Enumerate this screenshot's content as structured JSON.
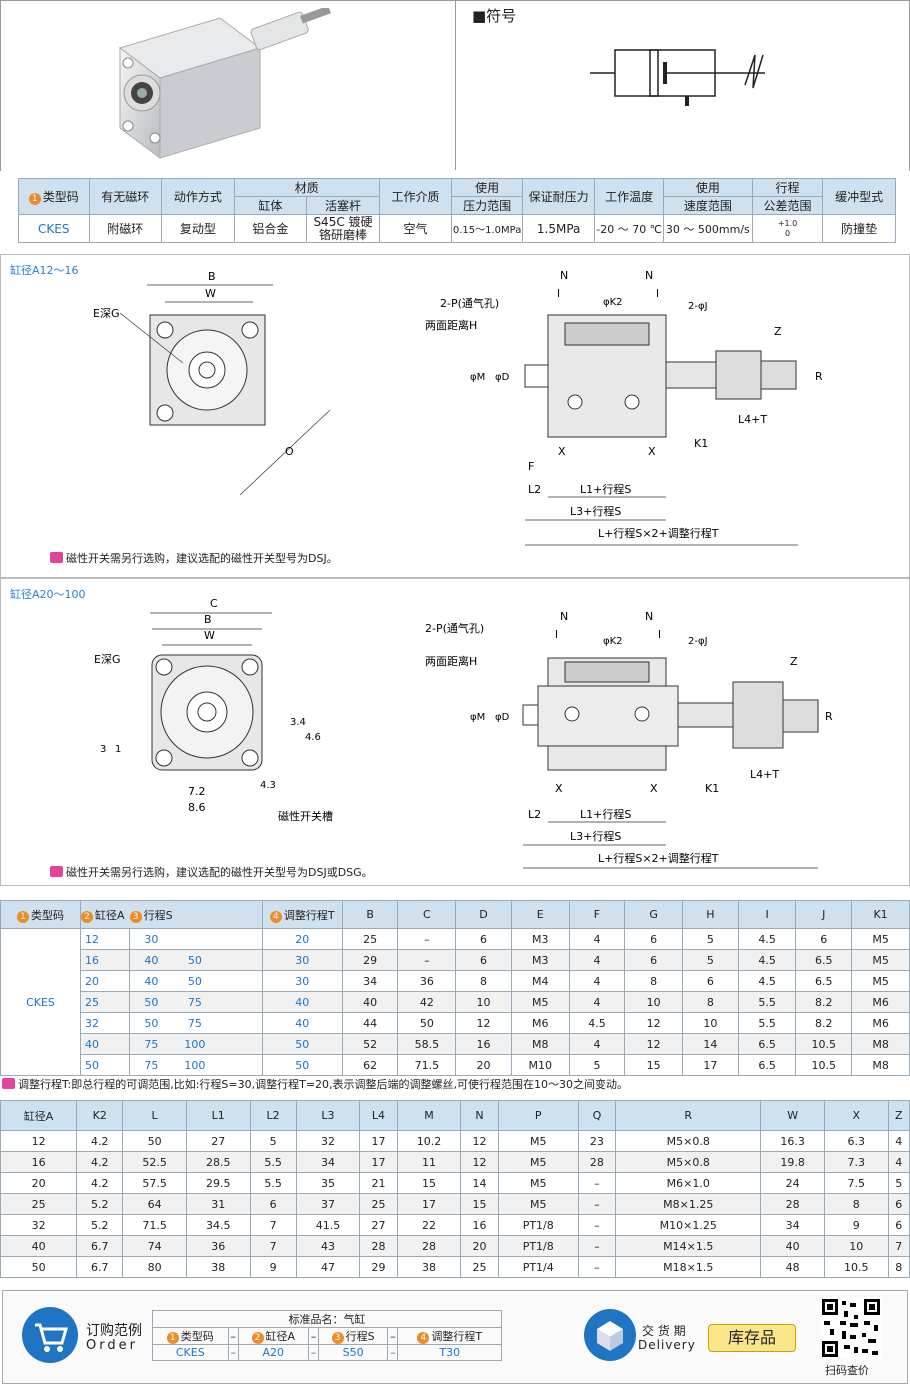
{
  "symbol_title": "■符号",
  "spec": {
    "headers": [
      "类型码",
      "有无磁环",
      "动作方式",
      "材质",
      "缸体",
      "活塞杆",
      "工作介质",
      "使用",
      "压力范围",
      "保证耐压力",
      "工作温度",
      "使用",
      "速度范围",
      "行程",
      "公差范围",
      "缓冲型式"
    ],
    "badge1": "1",
    "row": [
      "CKES",
      "附磁环",
      "复动型",
      "铝合金",
      "S45C 镀硬",
      "铬研磨棒",
      "空气",
      "0.15～1.0MPa",
      "1.5MPa",
      "-20 ～ 70 ℃",
      "30 ～ 500mm/s",
      "+1.0",
      "0",
      "防撞垫"
    ]
  },
  "drawing1": {
    "section_label": "缸径A12～16",
    "labels": [
      "B",
      "W",
      "E深G",
      "O",
      "N",
      "N",
      "l",
      "l",
      "φK2",
      "2-φJ",
      "2-P(通气孔)",
      "两面距离H",
      "φM",
      "φD",
      "Z",
      "R",
      "L4+T",
      "X",
      "X",
      "K1",
      "F",
      "L2",
      "L1+行程S",
      "L3+行程S",
      "L+行程S×2+调整行程T"
    ],
    "note": "磁性开关需另行选购，建议选配的磁性开关型号为DSJ。"
  },
  "drawing2": {
    "section_label": "缸径A20～100",
    "labels": [
      "C",
      "B",
      "W",
      "E深G",
      "3",
      "1",
      "7.2",
      "8.6",
      "3.4",
      "4.6",
      "4.3",
      "磁性开关槽",
      "2-P(通气孔)",
      "两面距离H",
      "N",
      "N",
      "l",
      "l",
      "φK2",
      "2-φJ",
      "φM",
      "φD",
      "Z",
      "R",
      "L4+T",
      "X",
      "X",
      "K1",
      "L2",
      "L1+行程S",
      "L3+行程S",
      "L+行程S×2+调整行程T"
    ],
    "note": "磁性开关需另行选购，建议选配的磁性开关型号为DSJ或DSG。"
  },
  "table1": {
    "headers": [
      "类型码",
      "缸径A",
      "行程S",
      "调整行程T",
      "B",
      "C",
      "D",
      "E",
      "F",
      "G",
      "H",
      "I",
      "J",
      "K1"
    ],
    "type_code": "CKES",
    "rows": [
      {
        "a": "12",
        "s1": "30",
        "s2": "",
        "s3": "",
        "t": "20",
        "v": [
          "25",
          "–",
          "6",
          "M3",
          "4",
          "6",
          "5",
          "4.5",
          "6",
          "M5"
        ]
      },
      {
        "a": "16",
        "s1": "40",
        "s2": "50",
        "s3": "",
        "t": "30",
        "v": [
          "29",
          "–",
          "6",
          "M3",
          "4",
          "6",
          "5",
          "4.5",
          "6.5",
          "M5"
        ]
      },
      {
        "a": "20",
        "s1": "40",
        "s2": "50",
        "s3": "",
        "t": "30",
        "v": [
          "34",
          "36",
          "8",
          "M4",
          "4",
          "8",
          "6",
          "4.5",
          "6.5",
          "M5"
        ]
      },
      {
        "a": "25",
        "s1": "50",
        "s2": "75",
        "s3": "",
        "t": "40",
        "v": [
          "40",
          "42",
          "10",
          "M5",
          "4",
          "10",
          "8",
          "5.5",
          "8.2",
          "M6"
        ]
      },
      {
        "a": "32",
        "s1": "50",
        "s2": "75",
        "s3": "",
        "t": "40",
        "v": [
          "44",
          "50",
          "12",
          "M6",
          "4.5",
          "12",
          "10",
          "5.5",
          "8.2",
          "M6"
        ]
      },
      {
        "a": "40",
        "s1": "75",
        "s2": "100",
        "s3": "",
        "t": "50",
        "v": [
          "52",
          "58.5",
          "16",
          "M8",
          "4",
          "12",
          "14",
          "6.5",
          "10.5",
          "M8"
        ]
      },
      {
        "a": "50",
        "s1": "75",
        "s2": "100",
        "s3": "",
        "t": "50",
        "v": [
          "62",
          "71.5",
          "20",
          "M10",
          "5",
          "15",
          "17",
          "6.5",
          "10.5",
          "M8"
        ]
      }
    ],
    "note": "调整行程T:即总行程的可调范围,比如:行程S=30,调整行程T=20,表示调整后端的调整螺丝,可使行程范围在10～30之间变动。"
  },
  "table2": {
    "headers": [
      "缸径A",
      "K2",
      "L",
      "L1",
      "L2",
      "L3",
      "L4",
      "M",
      "N",
      "P",
      "Q",
      "R",
      "W",
      "X",
      "Z"
    ],
    "rows": [
      [
        "12",
        "4.2",
        "50",
        "27",
        "5",
        "32",
        "17",
        "10.2",
        "12",
        "M5",
        "23",
        "M5×0.8",
        "16.3",
        "6.3",
        "4"
      ],
      [
        "16",
        "4.2",
        "52.5",
        "28.5",
        "5.5",
        "34",
        "17",
        "11",
        "12",
        "M5",
        "28",
        "M5×0.8",
        "19.8",
        "7.3",
        "4"
      ],
      [
        "20",
        "4.2",
        "57.5",
        "29.5",
        "5.5",
        "35",
        "21",
        "15",
        "14",
        "M5",
        "–",
        "M6×1.0",
        "24",
        "7.5",
        "5"
      ],
      [
        "25",
        "5.2",
        "64",
        "31",
        "6",
        "37",
        "25",
        "17",
        "15",
        "M5",
        "–",
        "M8×1.25",
        "28",
        "8",
        "6"
      ],
      [
        "32",
        "5.2",
        "71.5",
        "34.5",
        "7",
        "41.5",
        "27",
        "22",
        "16",
        "PT1/8",
        "–",
        "M10×1.25",
        "34",
        "9",
        "6"
      ],
      [
        "40",
        "6.7",
        "74",
        "36",
        "7",
        "43",
        "28",
        "28",
        "20",
        "PT1/8",
        "–",
        "M14×1.5",
        "40",
        "10",
        "7"
      ],
      [
        "50",
        "6.7",
        "80",
        "38",
        "9",
        "47",
        "29",
        "38",
        "25",
        "PT1/4",
        "–",
        "M18×1.5",
        "48",
        "10.5",
        "8"
      ]
    ]
  },
  "order": {
    "title": "订购范例",
    "subtitle": "Order",
    "std_name": "标准品名：气缸",
    "headers": [
      "类型码",
      "缸径A",
      "行程S",
      "调整行程T"
    ],
    "values": [
      "CKES",
      "A20",
      "S50",
      "T30"
    ],
    "dash": "–",
    "delivery_title": "交 货 期",
    "delivery_sub": "Delivery",
    "stock": "库存品",
    "scan": "扫码查价"
  },
  "colors": {
    "accent": "#1f74c4",
    "header_bg": "#cfe0ef",
    "badge": "#f08a24",
    "note_icon": "#e0459a",
    "border": "#9ab"
  }
}
